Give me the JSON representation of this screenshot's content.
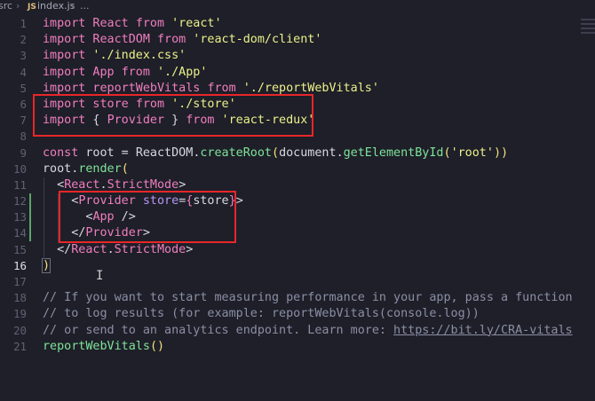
{
  "breadcrumb": {
    "folder": "src",
    "file_icon": "JS",
    "file": "index.js",
    "more": "..."
  },
  "editor": {
    "active_line": "16",
    "lines": [
      {
        "n": "1",
        "tokens": [
          {
            "t": "import",
            "c": "kw"
          },
          {
            "t": " React ",
            "c": "id"
          },
          {
            "t": "from",
            "c": "kw"
          },
          {
            "t": " 'react'",
            "c": "str"
          }
        ]
      },
      {
        "n": "2",
        "tokens": [
          {
            "t": "import",
            "c": "kw"
          },
          {
            "t": " ReactDOM ",
            "c": "id"
          },
          {
            "t": "from",
            "c": "kw"
          },
          {
            "t": " 'react-dom/client'",
            "c": "str"
          }
        ]
      },
      {
        "n": "3",
        "tokens": [
          {
            "t": "import",
            "c": "kw"
          },
          {
            "t": " './index.css'",
            "c": "str"
          }
        ]
      },
      {
        "n": "4",
        "tokens": [
          {
            "t": "import",
            "c": "kw"
          },
          {
            "t": " App ",
            "c": "id"
          },
          {
            "t": "from",
            "c": "kw"
          },
          {
            "t": " './App'",
            "c": "str"
          }
        ]
      },
      {
        "n": "5",
        "tokens": [
          {
            "t": "import",
            "c": "kw"
          },
          {
            "t": " reportWebVitals ",
            "c": "id"
          },
          {
            "t": "from",
            "c": "kw"
          },
          {
            "t": " './reportWebVitals'",
            "c": "str"
          }
        ]
      },
      {
        "n": "6",
        "tokens": [
          {
            "t": "import",
            "c": "kw"
          },
          {
            "t": " store ",
            "c": "id"
          },
          {
            "t": "from",
            "c": "kw"
          },
          {
            "t": " './store'",
            "c": "str"
          }
        ]
      },
      {
        "n": "7",
        "tokens": [
          {
            "t": "import",
            "c": "kw"
          },
          {
            "t": " { ",
            "c": "plain"
          },
          {
            "t": "Provider",
            "c": "id"
          },
          {
            "t": " } ",
            "c": "plain"
          },
          {
            "t": "from",
            "c": "kw"
          },
          {
            "t": " 'react-redux'",
            "c": "str"
          }
        ]
      },
      {
        "n": "8",
        "tokens": []
      },
      {
        "n": "9",
        "tokens": [
          {
            "t": "const",
            "c": "kw"
          },
          {
            "t": " root = ",
            "c": "plain"
          },
          {
            "t": "ReactDOM",
            "c": "plain"
          },
          {
            "t": ".",
            "c": "plain"
          },
          {
            "t": "createRoot",
            "c": "fn"
          },
          {
            "t": "(",
            "c": "br"
          },
          {
            "t": "document",
            "c": "plain"
          },
          {
            "t": ".",
            "c": "plain"
          },
          {
            "t": "getElementById",
            "c": "fn"
          },
          {
            "t": "(",
            "c": "br"
          },
          {
            "t": "'root'",
            "c": "str"
          },
          {
            "t": "))",
            "c": "br"
          }
        ]
      },
      {
        "n": "10",
        "tokens": [
          {
            "t": "root",
            "c": "plain"
          },
          {
            "t": ".",
            "c": "plain"
          },
          {
            "t": "render",
            "c": "fn"
          },
          {
            "t": "(",
            "c": "br"
          }
        ]
      },
      {
        "n": "11",
        "tokens": [
          {
            "t": "  <",
            "c": "plain"
          },
          {
            "t": "React",
            "c": "tag"
          },
          {
            "t": ".",
            "c": "plain"
          },
          {
            "t": "StrictMode",
            "c": "tag"
          },
          {
            "t": ">",
            "c": "plain"
          }
        ]
      },
      {
        "n": "12",
        "tokens": [
          {
            "t": "    <",
            "c": "plain"
          },
          {
            "t": "Provider",
            "c": "tag"
          },
          {
            "t": " store",
            "c": "attr"
          },
          {
            "t": "=",
            "c": "plain"
          },
          {
            "t": "{",
            "c": "tag"
          },
          {
            "t": "store",
            "c": "plain"
          },
          {
            "t": "}",
            "c": "tag"
          },
          {
            "t": ">",
            "c": "plain"
          }
        ]
      },
      {
        "n": "13",
        "tokens": [
          {
            "t": "      <",
            "c": "plain"
          },
          {
            "t": "App",
            "c": "tag"
          },
          {
            "t": " />",
            "c": "plain"
          }
        ]
      },
      {
        "n": "14",
        "tokens": [
          {
            "t": "    </",
            "c": "plain"
          },
          {
            "t": "Provider",
            "c": "tag"
          },
          {
            "t": ">",
            "c": "plain"
          }
        ]
      },
      {
        "n": "15",
        "tokens": [
          {
            "t": "  </",
            "c": "plain"
          },
          {
            "t": "React",
            "c": "tag"
          },
          {
            "t": ".",
            "c": "plain"
          },
          {
            "t": "StrictMode",
            "c": "tag"
          },
          {
            "t": ">",
            "c": "plain"
          }
        ]
      },
      {
        "n": "16",
        "tokens": [
          {
            "t": ")",
            "c": "br"
          }
        ]
      },
      {
        "n": "17",
        "tokens": []
      },
      {
        "n": "18",
        "tokens": [
          {
            "t": "// If you want to start measuring performance in your app, pass a function",
            "c": "cmt"
          }
        ]
      },
      {
        "n": "19",
        "tokens": [
          {
            "t": "// to log results (for example: reportWebVitals(console.log))",
            "c": "cmt"
          }
        ]
      },
      {
        "n": "20",
        "tokens": [
          {
            "t": "// or send to an analytics endpoint. Learn more: ",
            "c": "cmt"
          },
          {
            "t": "https://bit.ly/CRA-vitals",
            "c": "link"
          }
        ]
      },
      {
        "n": "21",
        "tokens": [
          {
            "t": "reportWebVitals",
            "c": "fn"
          },
          {
            "t": "()",
            "c": "br"
          }
        ]
      }
    ]
  },
  "colors": {
    "background": "#1e1f28",
    "highlight_box": "#e8262a",
    "keyword": "#f07ec0",
    "string": "#ecf08a",
    "function": "#7fe39a",
    "comment": "#8b8fa6"
  }
}
